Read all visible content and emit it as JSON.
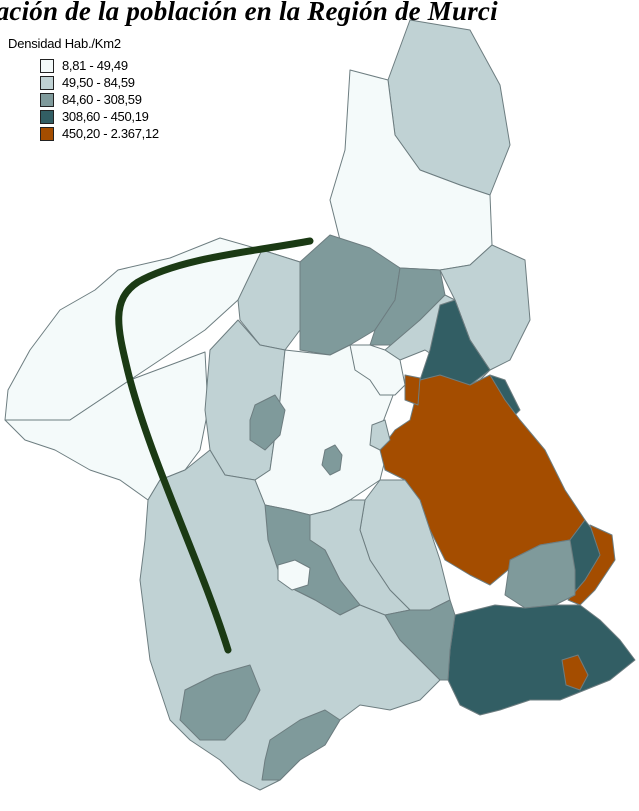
{
  "title": "bación de la población en la Región de Murci",
  "legend": {
    "title": "Densidad Hab./Km2",
    "items": [
      {
        "label": "8,81 - 49,49",
        "color": "#f4fafa"
      },
      {
        "label": "49,50 - 84,59",
        "color": "#c0d2d4"
      },
      {
        "label": "84,60 - 308,59",
        "color": "#7f9a9b"
      },
      {
        "label": "308,60 - 450,19",
        "color": "#325e64"
      },
      {
        "label": "450,20 - 2.367,12",
        "color": "#a44d00"
      }
    ]
  },
  "colors": {
    "border": "#6d7d80",
    "annotation_line": "#1b3a14"
  }
}
